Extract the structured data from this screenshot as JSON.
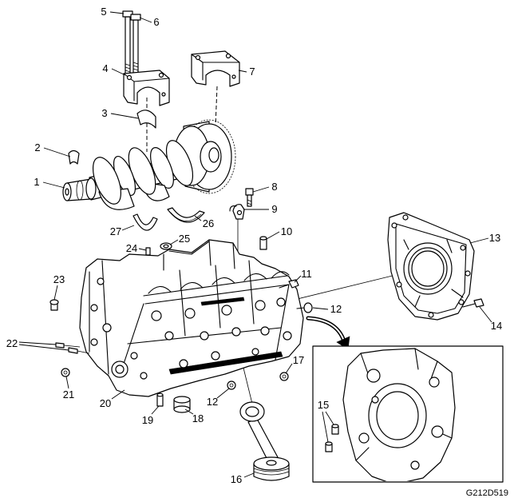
{
  "callouts": {
    "c1": "1",
    "c2": "2",
    "c3": "3",
    "c4": "4",
    "c5": "5",
    "c6": "6",
    "c7": "7",
    "c8": "8",
    "c9": "9",
    "c10": "10",
    "c11": "11",
    "c12a": "12",
    "c12b": "12",
    "c13": "13",
    "c14": "14",
    "c15": "15",
    "c16": "16",
    "c17": "17",
    "c18": "18",
    "c19": "19",
    "c20": "20",
    "c21": "21",
    "c22": "22",
    "c23": "23",
    "c24": "24",
    "c25": "25",
    "c26": "26",
    "c27": "27"
  },
  "figure_code": "G212D519",
  "colors": {
    "line": "#000000",
    "background": "#ffffff"
  }
}
